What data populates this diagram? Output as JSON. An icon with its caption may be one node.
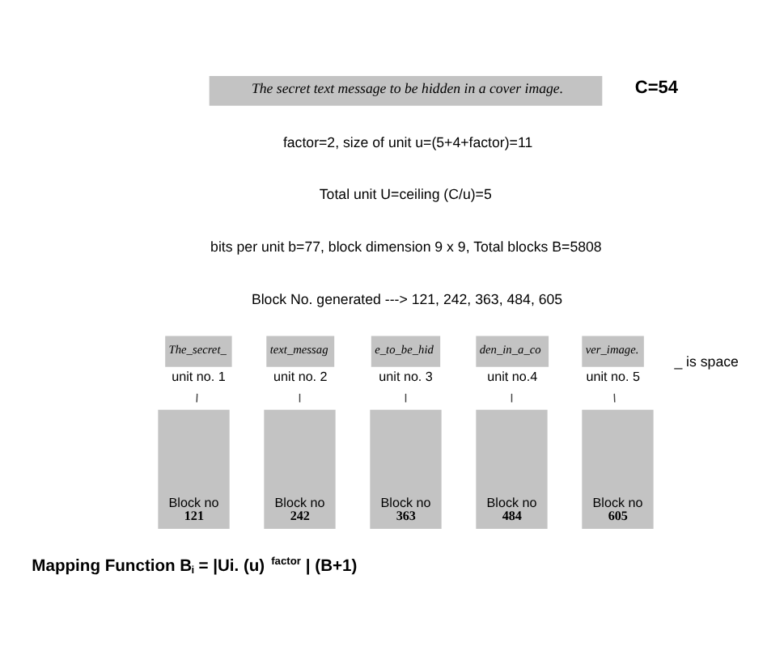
{
  "diagram": {
    "nodes": [
      {
        "text": [
          "The secret text message to be hidden in a cover image."
        ]
      },
      {
        "text": [
          "The_secret_"
        ],
        "beside": [
          "unit no. 1"
        ]
      },
      {
        "text": [
          "text_messag"
        ],
        "beside": [
          "unit no. 2"
        ]
      },
      {
        "text": [
          "e_to_be_hid"
        ],
        "beside": [
          "unit no. 3"
        ]
      },
      {
        "text": [
          "den_in_a_co"
        ],
        "beside": [
          "unit no.4"
        ]
      },
      {
        "text": [
          "ver_image."
        ],
        "beside": [
          "unit no. 5"
        ]
      },
      {
        "text": [
          "Block no",
          "121"
        ]
      },
      {
        "text": [
          "Block no",
          "242"
        ]
      },
      {
        "text": [
          "Block no",
          "363"
        ]
      },
      {
        "text": [
          "Block no",
          "484"
        ]
      },
      {
        "text": [
          "Block no",
          "605"
        ]
      }
    ],
    "edges": [
      {
        "from": 1,
        "to": 6,
        "arrow": "none"
      },
      {
        "from": 2,
        "to": 7,
        "arrow": "none"
      },
      {
        "from": 3,
        "to": 8,
        "arrow": "none"
      },
      {
        "from": 4,
        "to": 9,
        "arrow": "none"
      },
      {
        "from": 5,
        "to": 10,
        "arrow": "none"
      }
    ],
    "labels": [
      "C=54",
      "factor=2, size of unit u=(5+4+factor)=11",
      "Total unit U=ceiling (C/u)=5",
      "bits per unit b=77, block dimension 9 x 9, Total blocks B=5808",
      "Block No. generated ---> 121, 242, 363, 484, 605",
      "_ is space",
      "Mapping Function B$_{i}$ = |Ui. (u)$^{factor}$| (B+1)"
    ]
  }
}
